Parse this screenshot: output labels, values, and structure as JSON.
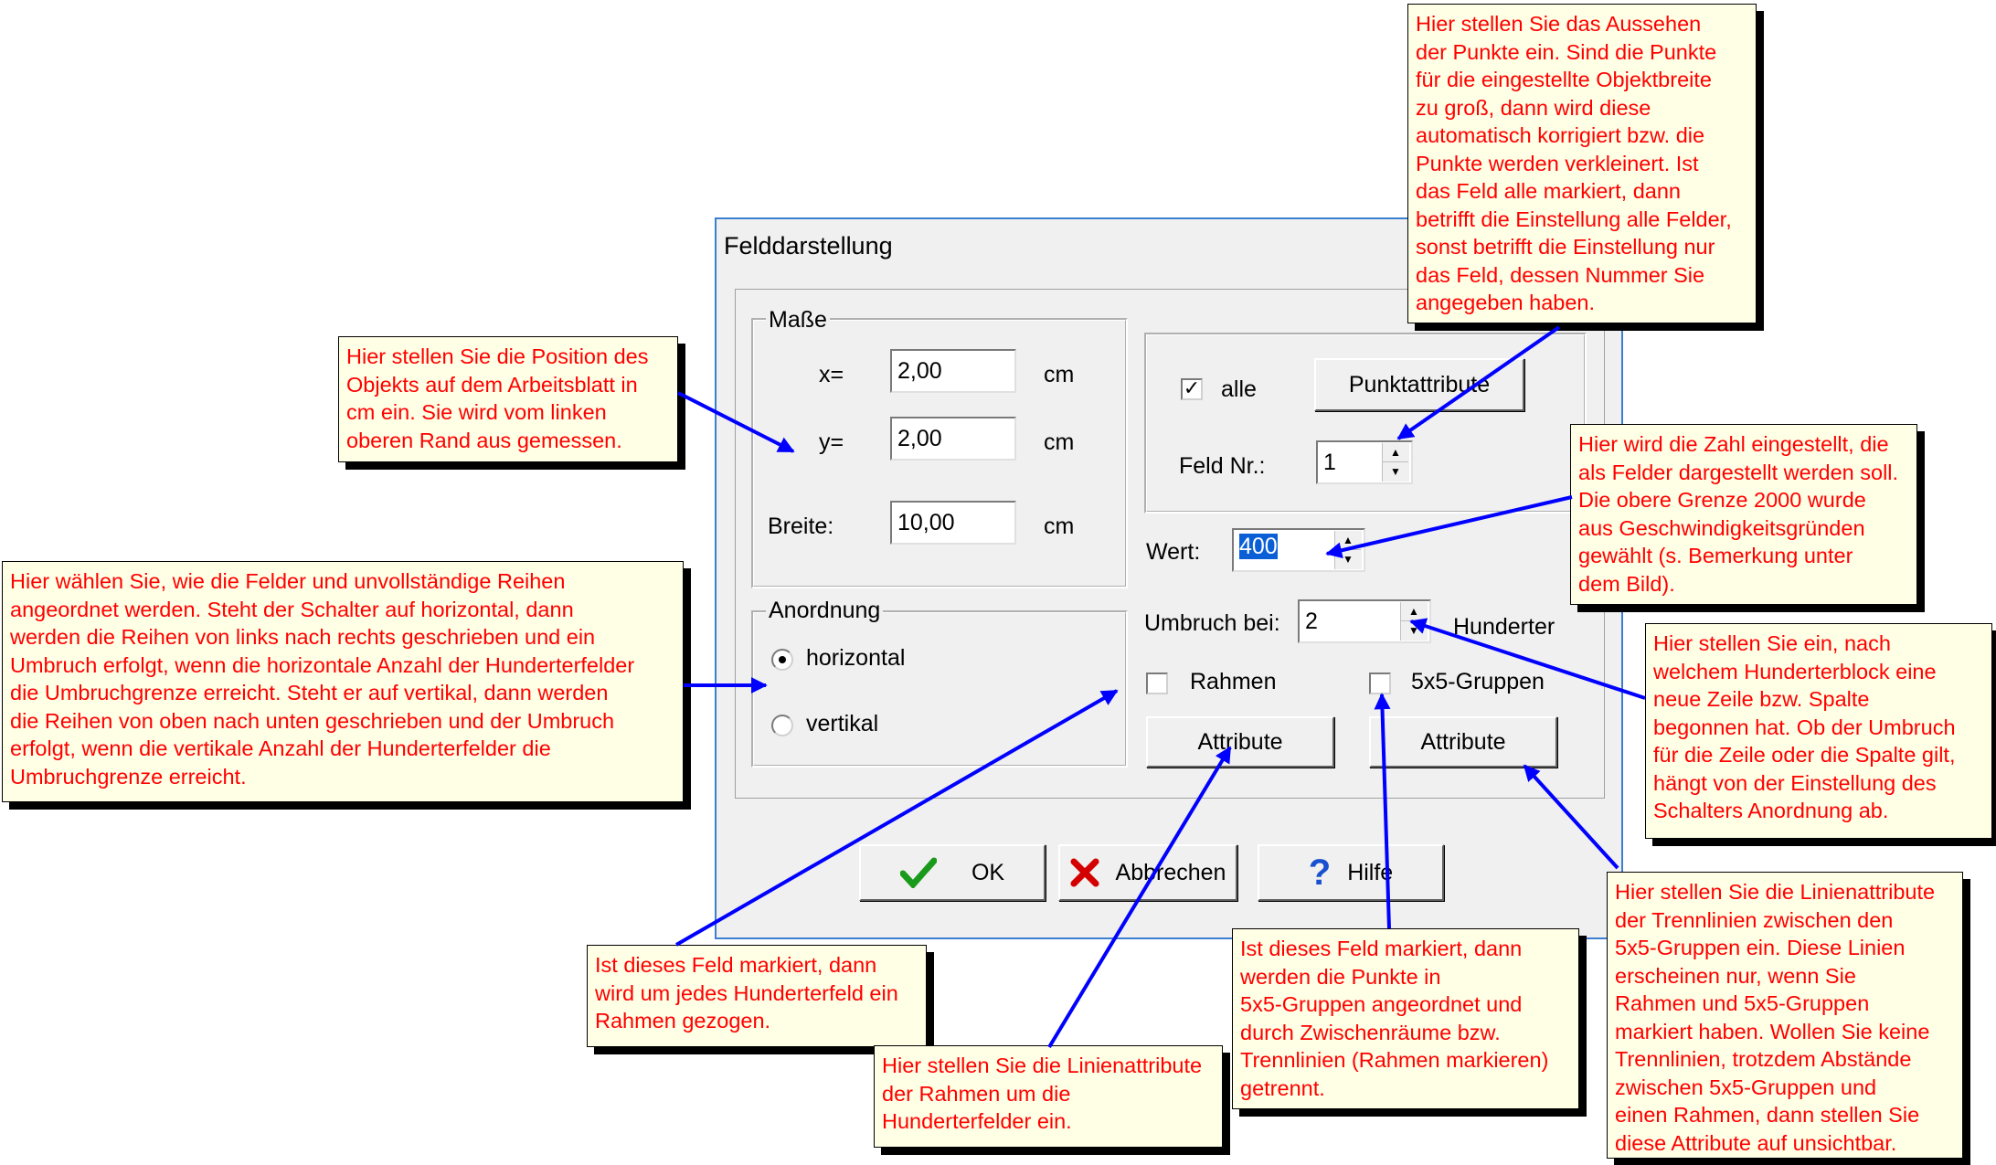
{
  "dialog": {
    "title": "Felddarstellung",
    "masse": {
      "legend": "Maße",
      "x_label": "x=",
      "x_value": "2,00",
      "y_label": "y=",
      "y_value": "2,00",
      "breite_label": "Breite:",
      "breite_value": "10,00",
      "unit": "cm"
    },
    "anordnung": {
      "legend": "Anordnung",
      "horizontal": "horizontal",
      "vertikal": "vertikal"
    },
    "punkte": {
      "alle_label": "alle",
      "alle_checked": true,
      "punktattribute_button": "Punktattribute",
      "feldnr_label": "Feld Nr.:",
      "feldnr_value": "1"
    },
    "wert_label": "Wert:",
    "wert_value": "400",
    "umbruch_label": "Umbruch bei:",
    "umbruch_value": "2",
    "hunderter_label": "Hunderter",
    "rahmen_label": "Rahmen",
    "gruppen_label": "5x5-Gruppen",
    "attribute_button": "Attribute",
    "ok_button": "OK",
    "abbrechen_button": "Abbrechen",
    "hilfe_button": "Hilfe"
  },
  "notes": {
    "punkte": "Hier stellen Sie das Aussehen\nder Punkte ein. Sind die Punkte\nfür die eingestellte Objektbreite\nzu groß, dann wird diese\nautomatisch korrigiert bzw. die\nPunkte werden verkleinert. Ist\ndas Feld alle markiert, dann\nbetrifft die Einstellung alle Felder,\nsonst betrifft die Einstellung nur\ndas Feld, dessen Nummer Sie\nangegeben haben.",
    "position": "Hier stellen Sie die Position des\nObjekts auf dem Arbeitsblatt in\ncm ein. Sie wird vom linken\noberen Rand aus gemessen.",
    "wert": "Hier wird die Zahl eingestellt, die\nals Felder dargestellt werden soll.\nDie obere Grenze 2000 wurde\naus Geschwindigkeitsgründen\ngewählt (s. Bemerkung unter\ndem Bild).",
    "anordnung": "Hier wählen Sie, wie die Felder und unvollständige Reihen\nangeordnet werden. Steht der Schalter auf horizontal, dann\nwerden die Reihen von links nach rechts geschrieben und ein\nUmbruch erfolgt, wenn die horizontale Anzahl der Hunderterfelder\ndie Umbruchgrenze erreicht. Steht er auf vertikal, dann werden\ndie Reihen von oben nach unten geschrieben und der Umbruch\nerfolgt, wenn die vertikale Anzahl der Hunderterfelder die\nUmbruchgrenze erreicht.",
    "umbruch": "Hier stellen Sie ein, nach\nwelchem Hunderterblock eine\nneue Zeile bzw. Spalte\nbegonnen hat. Ob der Umbruch\nfür die Zeile oder die Spalte gilt,\nhängt von der Einstellung des\nSchalters Anordnung ab.",
    "rahmen": "Ist dieses Feld markiert, dann\nwird um jedes Hunderterfeld ein\nRahmen gezogen.",
    "rahmen_attr": "Hier stellen Sie die Linienattribute\nder Rahmen um die\nHunderterfelder ein.",
    "gruppen": "Ist dieses Feld markiert, dann\nwerden die Punkte in\n5x5-Gruppen angeordnet und\ndurch Zwischenräume bzw.\nTrennlinien (Rahmen markieren)\ngetrennt.",
    "gruppen_attr": "Hier stellen Sie die Linienattribute\nder Trennlinien zwischen den\n5x5-Gruppen ein. Diese Linien\nerscheinen nur, wenn Sie\nRahmen und 5x5-Gruppen\nmarkiert haben. Wollen Sie keine\nTrennlinien, trotzdem Abstände\nzwischen 5x5-Gruppen und\neinen Rahmen, dann stellen Sie\ndiese Attribute auf unsichtbar."
  },
  "colors": {
    "note_text": "#ff0000",
    "note_bg": "#ffffe6",
    "arrow": "#0000ff",
    "dialog_bg": "#f0f0f0"
  }
}
